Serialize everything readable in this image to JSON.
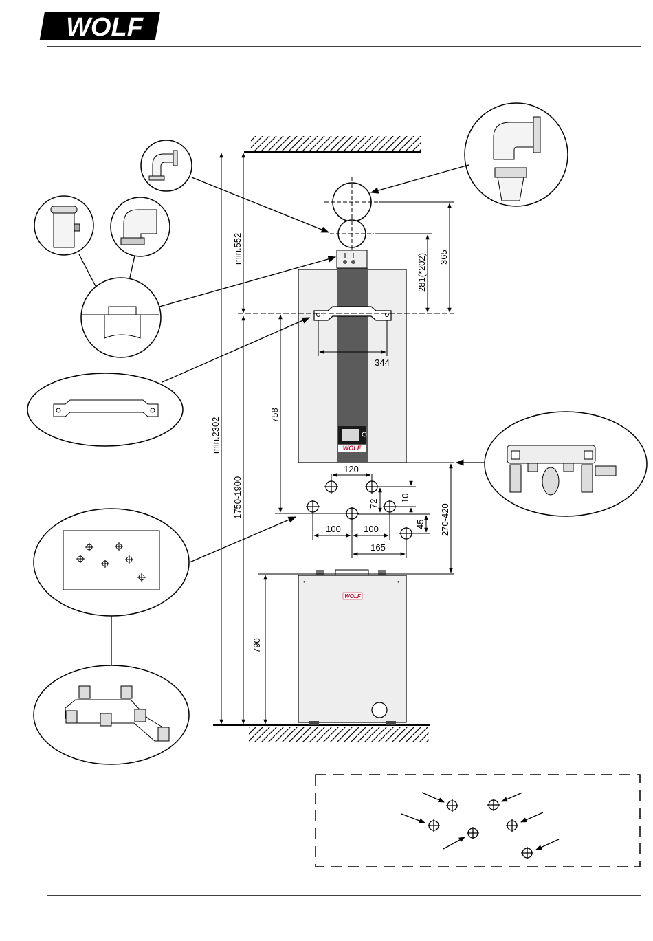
{
  "brand": {
    "logo_text": "WOLF",
    "small_logo_text": "WOLF"
  },
  "dimensions": {
    "min_ceiling_to_bracket": "min.552",
    "min_total_height": "min.2302",
    "mount_height_range": "1750-1900",
    "bracket_to_flue_center_upper": "365",
    "bracket_to_flue_center_lower": "281(*202)",
    "bracket_width": "344",
    "bracket_to_connections": "758",
    "conn_spacing_top": "120",
    "conn_offset_small": "10",
    "conn_offset_vertical": "72",
    "conn_spacing_left": "100",
    "conn_spacing_right": "100",
    "conn_offset_lower": "45",
    "conn_spacing_wide": "165",
    "boiler_to_tank_gap": "270-420",
    "tank_height": "790"
  },
  "colors": {
    "line": "#000000",
    "casing": "#eeeeee",
    "panel": "#5b5b5b",
    "logo_red": "#c8102e"
  }
}
